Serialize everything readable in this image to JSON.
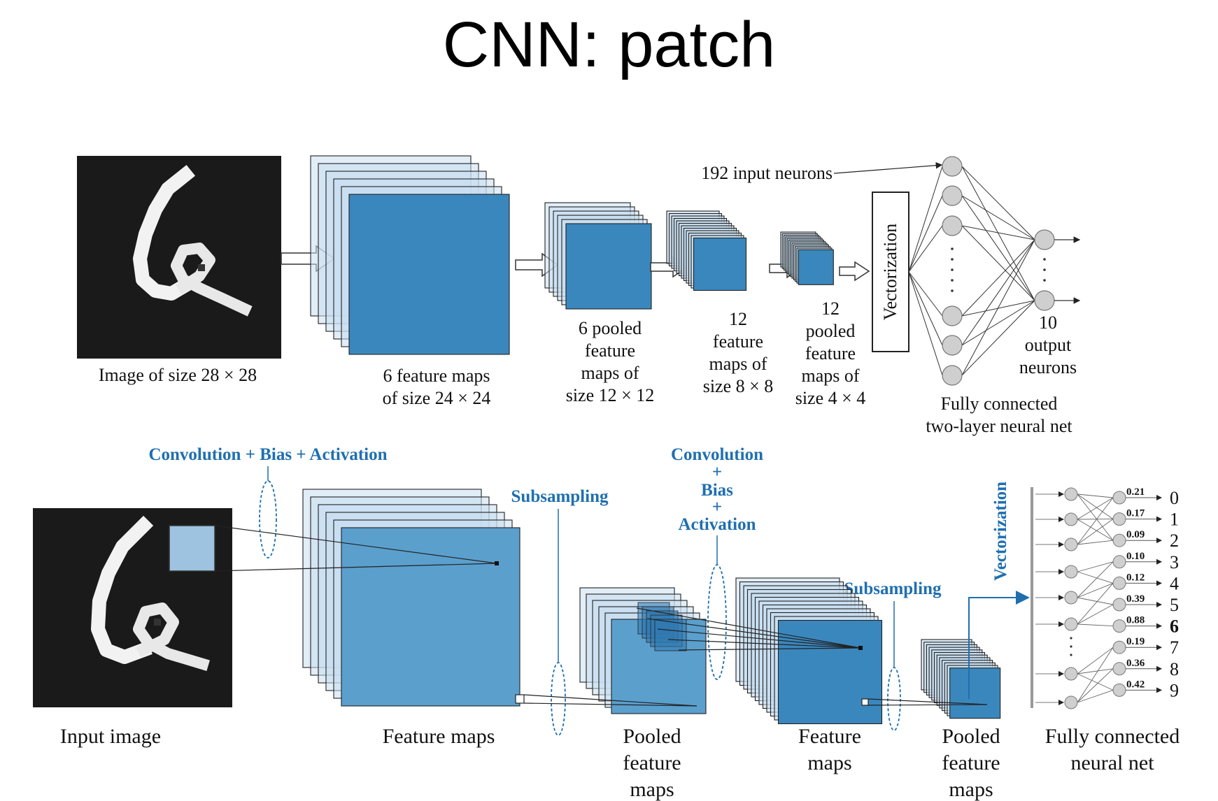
{
  "title": "CNN: patch",
  "top_diagram": {
    "input_caption": "Image of size 28 × 28",
    "conv1_caption": [
      "6 feature maps",
      "of size 24 × 24"
    ],
    "pool1_caption": [
      "6 pooled",
      "feature",
      "maps of",
      "size 12 × 12"
    ],
    "conv2_caption": [
      "12",
      "feature",
      "maps of",
      "size 8 × 8"
    ],
    "pool2_caption": [
      "12",
      "pooled",
      "feature",
      "maps of",
      "size 4 × 4"
    ],
    "vectorization": "Vectorization",
    "input_neurons": "192 input neurons",
    "output_caption": [
      "10",
      "output",
      "neurons"
    ],
    "fc_caption": [
      "Fully connected",
      "two-layer neural net"
    ]
  },
  "bottom_diagram": {
    "conv_bias_activation": "Convolution + Bias + Activation",
    "subsampling_1": "Subsampling",
    "conv_stack": [
      "Convolution",
      "+",
      "Bias",
      "+",
      "Activation"
    ],
    "subsampling_2": "Subsampling",
    "vectorization": "Vectorization",
    "captions": {
      "input": "Input image",
      "feature_maps_1": "Feature maps",
      "pooled_1": [
        "Pooled",
        "feature",
        "maps"
      ],
      "feature_maps_2": [
        "Feature",
        "maps"
      ],
      "pooled_2": [
        "Pooled",
        "feature",
        "maps"
      ],
      "fc": [
        "Fully connected",
        "neural net"
      ]
    },
    "outputs": [
      {
        "prob": "0.21",
        "digit": "0",
        "highlight": false
      },
      {
        "prob": "0.17",
        "digit": "1",
        "highlight": false
      },
      {
        "prob": "0.09",
        "digit": "2",
        "highlight": false
      },
      {
        "prob": "0.10",
        "digit": "3",
        "highlight": false
      },
      {
        "prob": "0.12",
        "digit": "4",
        "highlight": false
      },
      {
        "prob": "0.39",
        "digit": "5",
        "highlight": false
      },
      {
        "prob": "0.88",
        "digit": "6",
        "highlight": true
      },
      {
        "prob": "0.19",
        "digit": "7",
        "highlight": false
      },
      {
        "prob": "0.36",
        "digit": "8",
        "highlight": false
      },
      {
        "prob": "0.42",
        "digit": "9",
        "highlight": false
      }
    ]
  },
  "colors": {
    "accent_blue": "#1f6fb0",
    "map_fill_light": "#c9def0",
    "map_fill_mid": "#5b9fcd",
    "map_fill_dark": "#3a87bd",
    "neuron_fill": "#cfcfcf"
  }
}
